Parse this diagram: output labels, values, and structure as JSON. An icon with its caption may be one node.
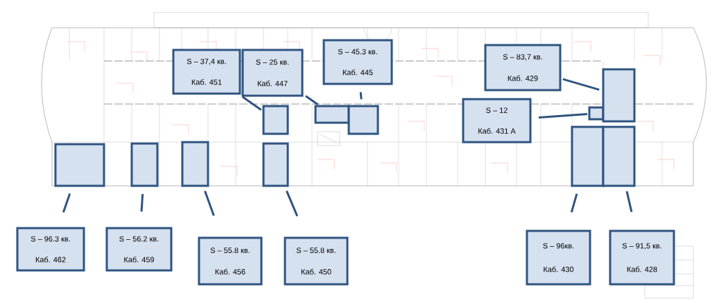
{
  "diagram": {
    "nodes": [
      {
        "text": [
          "S – 37,4 кв.",
          "Каб. 451"
        ]
      },
      {
        "text": [
          "S – 25 кв.",
          "Каб. 447"
        ]
      },
      {
        "text": [
          "S – 45.3 кв.",
          "Каб. 445"
        ]
      },
      {
        "text": [
          "S – 83,7 кв.",
          "Каб. 429"
        ]
      },
      {
        "text": [
          "S – 12",
          "Каб. 431 А"
        ]
      },
      {
        "text": [],
        "shape": "box"
      },
      {
        "text": [],
        "shape": "box"
      },
      {
        "text": [],
        "shape": "box"
      },
      {
        "text": [],
        "shape": "box"
      },
      {
        "text": [],
        "shape": "box"
      },
      {
        "text": [],
        "shape": "box"
      },
      {
        "text": [],
        "shape": "box"
      },
      {
        "text": [],
        "shape": "box"
      },
      {
        "text": [],
        "shape": "box"
      },
      {
        "text": [],
        "shape": "box"
      },
      {
        "text": [],
        "shape": "box"
      },
      {
        "text": [
          "S – 96.3 кв.",
          "Каб. 462"
        ]
      },
      {
        "text": [
          "S – 56.2  кв.",
          "Каб. 459"
        ]
      },
      {
        "text": [
          "S – 55.8 кв.",
          "Каб. 456"
        ]
      },
      {
        "text": [
          "S – 55.8 кв.",
          "Каб. 450"
        ]
      },
      {
        "text": [
          "S – 96кв.",
          "Каб. 430"
        ]
      },
      {
        "text": [
          "S – 91,5 кв.",
          "Каб. 428"
        ]
      }
    ],
    "edges": [
      {
        "from": 0,
        "to": 5,
        "arrow": "none"
      },
      {
        "from": 1,
        "to": 6,
        "arrow": "none"
      },
      {
        "from": 2,
        "to": 7,
        "arrow": "none"
      },
      {
        "from": 3,
        "to": 9,
        "arrow": "none"
      },
      {
        "from": 4,
        "to": 8,
        "arrow": "none"
      },
      {
        "from": 16,
        "to": 10,
        "arrow": "none"
      },
      {
        "from": 17,
        "to": 11,
        "arrow": "none"
      },
      {
        "from": 18,
        "to": 12,
        "arrow": "none"
      },
      {
        "from": 19,
        "to": 13,
        "arrow": "none"
      },
      {
        "from": 20,
        "to": 14,
        "arrow": "none"
      },
      {
        "from": 21,
        "to": 15,
        "arrow": "none"
      }
    ]
  }
}
